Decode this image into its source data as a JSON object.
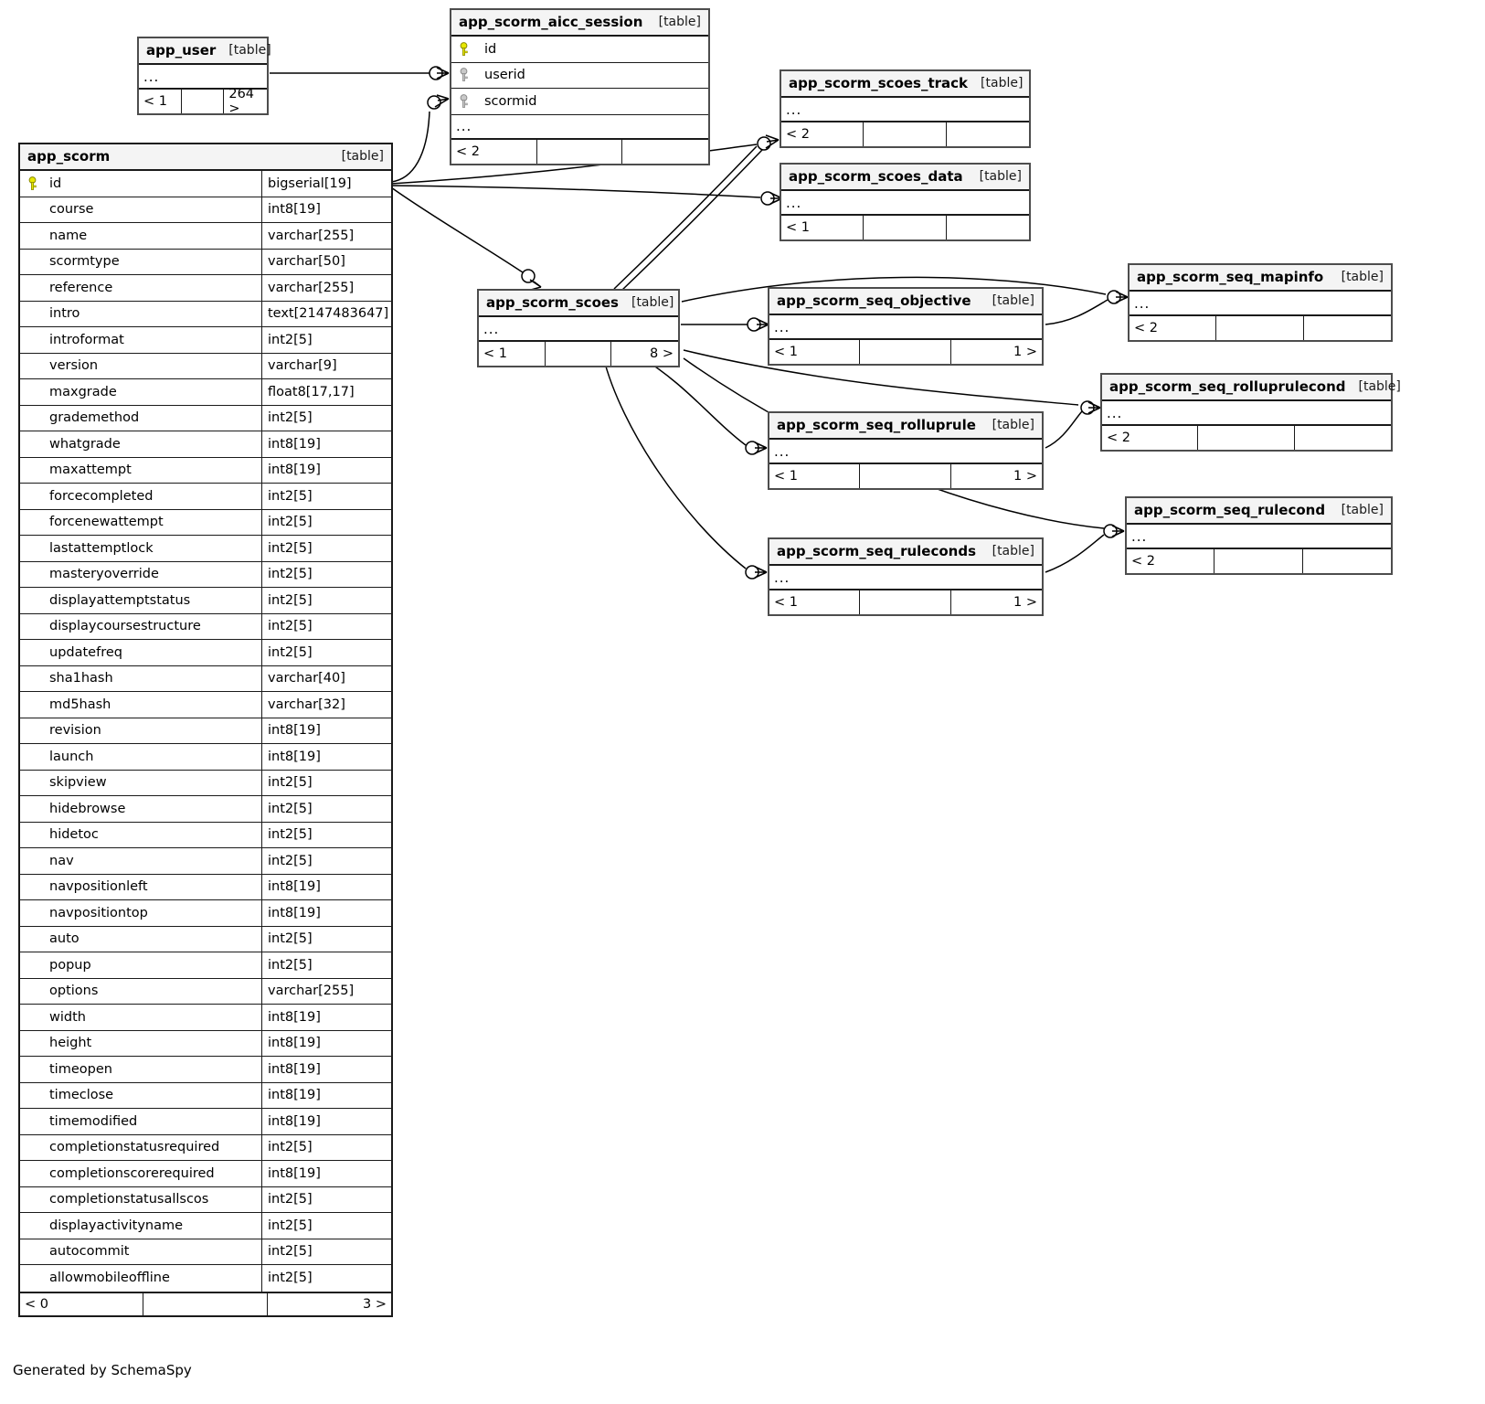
{
  "diagram": {
    "generator_credit": "Generated by SchemaSpy",
    "table_tag": "[table]",
    "ellipsis": "...",
    "key_colors": {
      "primary": "#e8e800",
      "foreign": "#b3b3b3"
    }
  },
  "tables": {
    "app_user": {
      "name": "app_user",
      "tag": "[table]",
      "ellipsis": "...",
      "footer": {
        "left": "< 1",
        "mid": "",
        "right": "264 >"
      }
    },
    "app_scorm_aicc_session": {
      "name": "app_scorm_aicc_session",
      "tag": "[table]",
      "columns": [
        {
          "name": "id",
          "key": "primary"
        },
        {
          "name": "userid",
          "key": "foreign"
        },
        {
          "name": "scormid",
          "key": "foreign"
        }
      ],
      "ellipsis": "...",
      "footer": {
        "left": "< 2",
        "mid": "",
        "right": ""
      }
    },
    "app_scorm": {
      "name": "app_scorm",
      "tag": "[table]",
      "columns": [
        {
          "name": "id",
          "type": "bigserial[19]",
          "key": "primary"
        },
        {
          "name": "course",
          "type": "int8[19]",
          "key": ""
        },
        {
          "name": "name",
          "type": "varchar[255]",
          "key": ""
        },
        {
          "name": "scormtype",
          "type": "varchar[50]",
          "key": ""
        },
        {
          "name": "reference",
          "type": "varchar[255]",
          "key": ""
        },
        {
          "name": "intro",
          "type": "text[2147483647]",
          "key": ""
        },
        {
          "name": "introformat",
          "type": "int2[5]",
          "key": ""
        },
        {
          "name": "version",
          "type": "varchar[9]",
          "key": ""
        },
        {
          "name": "maxgrade",
          "type": "float8[17,17]",
          "key": ""
        },
        {
          "name": "grademethod",
          "type": "int2[5]",
          "key": ""
        },
        {
          "name": "whatgrade",
          "type": "int8[19]",
          "key": ""
        },
        {
          "name": "maxattempt",
          "type": "int8[19]",
          "key": ""
        },
        {
          "name": "forcecompleted",
          "type": "int2[5]",
          "key": ""
        },
        {
          "name": "forcenewattempt",
          "type": "int2[5]",
          "key": ""
        },
        {
          "name": "lastattemptlock",
          "type": "int2[5]",
          "key": ""
        },
        {
          "name": "masteryoverride",
          "type": "int2[5]",
          "key": ""
        },
        {
          "name": "displayattemptstatus",
          "type": "int2[5]",
          "key": ""
        },
        {
          "name": "displaycoursestructure",
          "type": "int2[5]",
          "key": ""
        },
        {
          "name": "updatefreq",
          "type": "int2[5]",
          "key": ""
        },
        {
          "name": "sha1hash",
          "type": "varchar[40]",
          "key": ""
        },
        {
          "name": "md5hash",
          "type": "varchar[32]",
          "key": ""
        },
        {
          "name": "revision",
          "type": "int8[19]",
          "key": ""
        },
        {
          "name": "launch",
          "type": "int8[19]",
          "key": ""
        },
        {
          "name": "skipview",
          "type": "int2[5]",
          "key": ""
        },
        {
          "name": "hidebrowse",
          "type": "int2[5]",
          "key": ""
        },
        {
          "name": "hidetoc",
          "type": "int2[5]",
          "key": ""
        },
        {
          "name": "nav",
          "type": "int2[5]",
          "key": ""
        },
        {
          "name": "navpositionleft",
          "type": "int8[19]",
          "key": ""
        },
        {
          "name": "navpositiontop",
          "type": "int8[19]",
          "key": ""
        },
        {
          "name": "auto",
          "type": "int2[5]",
          "key": ""
        },
        {
          "name": "popup",
          "type": "int2[5]",
          "key": ""
        },
        {
          "name": "options",
          "type": "varchar[255]",
          "key": ""
        },
        {
          "name": "width",
          "type": "int8[19]",
          "key": ""
        },
        {
          "name": "height",
          "type": "int8[19]",
          "key": ""
        },
        {
          "name": "timeopen",
          "type": "int8[19]",
          "key": ""
        },
        {
          "name": "timeclose",
          "type": "int8[19]",
          "key": ""
        },
        {
          "name": "timemodified",
          "type": "int8[19]",
          "key": ""
        },
        {
          "name": "completionstatusrequired",
          "type": "int2[5]",
          "key": ""
        },
        {
          "name": "completionscorerequired",
          "type": "int8[19]",
          "key": ""
        },
        {
          "name": "completionstatusallscos",
          "type": "int2[5]",
          "key": ""
        },
        {
          "name": "displayactivityname",
          "type": "int2[5]",
          "key": ""
        },
        {
          "name": "autocommit",
          "type": "int2[5]",
          "key": ""
        },
        {
          "name": "allowmobileoffline",
          "type": "int2[5]",
          "key": ""
        }
      ],
      "footer": {
        "left": "< 0",
        "mid": "",
        "right": "3 >"
      }
    },
    "app_scorm_scoes_track": {
      "name": "app_scorm_scoes_track",
      "tag": "[table]",
      "ellipsis": "...",
      "footer": {
        "left": "< 2",
        "mid": "",
        "right": ""
      }
    },
    "app_scorm_scoes_data": {
      "name": "app_scorm_scoes_data",
      "tag": "[table]",
      "ellipsis": "...",
      "footer": {
        "left": "< 1",
        "mid": "",
        "right": ""
      }
    },
    "app_scorm_scoes": {
      "name": "app_scorm_scoes",
      "tag": "[table]",
      "ellipsis": "...",
      "footer": {
        "left": "< 1",
        "mid": "",
        "right": "8 >"
      }
    },
    "app_scorm_seq_objective": {
      "name": "app_scorm_seq_objective",
      "tag": "[table]",
      "ellipsis": "...",
      "footer": {
        "left": "< 1",
        "mid": "",
        "right": "1 >"
      }
    },
    "app_scorm_seq_mapinfo": {
      "name": "app_scorm_seq_mapinfo",
      "tag": "[table]",
      "ellipsis": "...",
      "footer": {
        "left": "< 2",
        "mid": "",
        "right": ""
      }
    },
    "app_scorm_seq_rolluprulecond": {
      "name": "app_scorm_seq_rolluprulecond",
      "tag": "[table]",
      "ellipsis": "...",
      "footer": {
        "left": "< 2",
        "mid": "",
        "right": ""
      }
    },
    "app_scorm_seq_rolluprule": {
      "name": "app_scorm_seq_rolluprule",
      "tag": "[table]",
      "ellipsis": "...",
      "footer": {
        "left": "< 1",
        "mid": "",
        "right": "1 >"
      }
    },
    "app_scorm_seq_rulecond": {
      "name": "app_scorm_seq_rulecond",
      "tag": "[table]",
      "ellipsis": "...",
      "footer": {
        "left": "< 2",
        "mid": "",
        "right": ""
      }
    },
    "app_scorm_seq_ruleconds": {
      "name": "app_scorm_seq_ruleconds",
      "tag": "[table]",
      "ellipsis": "...",
      "footer": {
        "left": "< 1",
        "mid": "",
        "right": "1 >"
      }
    }
  }
}
